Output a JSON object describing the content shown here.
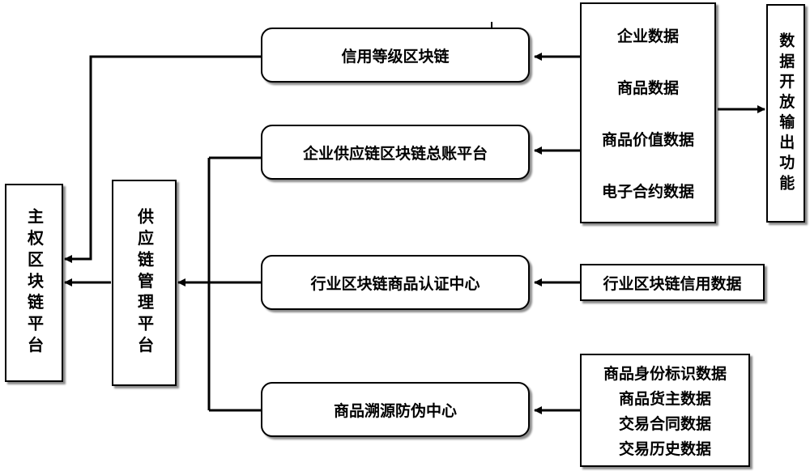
{
  "nodes": {
    "main_platform": "主权区块链平台",
    "supply_chain_platform": "供应链管理平台",
    "credit_chain": "信用等级区块链",
    "ledger_platform": "企业供应链区块链总账平台",
    "cert_center": "行业区块链商品认证中心",
    "trace_center": "商品溯源防伪中心",
    "data_open": "数据开放输出功能"
  },
  "data_groups": {
    "enterprise": [
      "企业数据",
      "商品数据",
      "商品价值数据",
      "电子合约数据"
    ],
    "industry": [
      "行业区块链信用数据"
    ],
    "trace": [
      "商品身份标识数据",
      "商品货主数据",
      "交易合同数据",
      "交易历史数据"
    ]
  }
}
